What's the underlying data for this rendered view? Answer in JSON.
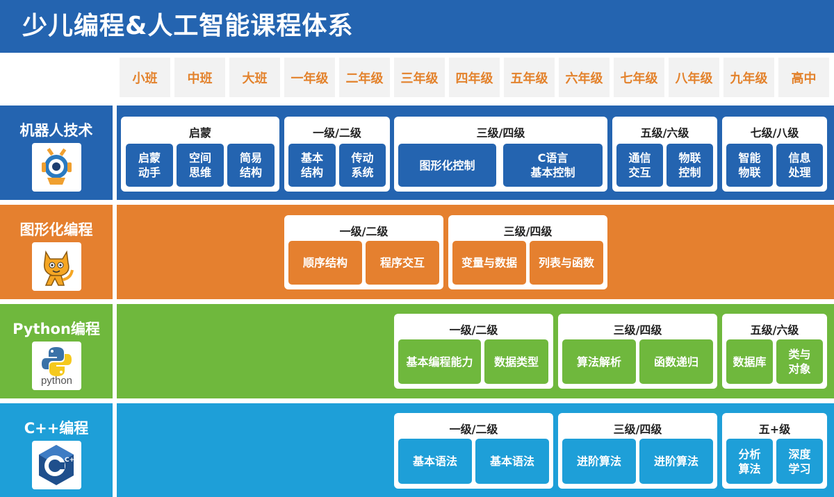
{
  "title": "少儿编程&人工智能课程体系",
  "grades": [
    "小班",
    "中班",
    "大班",
    "一年级",
    "二年级",
    "三年级",
    "四年级",
    "五年级",
    "六年级",
    "七年级",
    "八年级",
    "九年级",
    "高中"
  ],
  "rows": [
    {
      "name": "机器人技术",
      "icon": "robot-icon",
      "color": "#2464b0",
      "groups": [
        {
          "title": "启蒙",
          "cells": [
            "启蒙\n动手",
            "空间\n思维",
            "简易\n结构"
          ]
        },
        {
          "title": "一级/二级",
          "cells": [
            "基本\n结构",
            "传动\n系统"
          ]
        },
        {
          "title": "三级/四级",
          "cells": [
            "图形化控制",
            "C语言\n基本控制"
          ]
        },
        {
          "title": "五级/六级",
          "cells": [
            "通信\n交互",
            "物联\n控制"
          ]
        },
        {
          "title": "七级/八级",
          "cells": [
            "智能\n物联",
            "信息\n处理"
          ]
        }
      ]
    },
    {
      "name": "图形化编程",
      "icon": "scratch-cat-icon",
      "color": "#e5802f",
      "groups": [
        {
          "title": "一级/二级",
          "cells": [
            "顺序结构",
            "程序交互"
          ]
        },
        {
          "title": "三级/四级",
          "cells": [
            "变量与数据",
            "列表与函数"
          ]
        }
      ]
    },
    {
      "name": "Python编程",
      "icon": "python-logo-icon",
      "logo_text": "python",
      "color": "#6fb83d",
      "groups": [
        {
          "title": "一级/二级",
          "cells": [
            "基本编程能力",
            "数据类型"
          ]
        },
        {
          "title": "三级/四级",
          "cells": [
            "算法解析",
            "函数递归"
          ]
        },
        {
          "title": "五级/六级",
          "cells": [
            "数据库",
            "类与\n对象"
          ]
        }
      ]
    },
    {
      "name": "C++编程",
      "icon": "cpp-logo-icon",
      "logo_text": "C++",
      "color": "#1e9fd8",
      "groups": [
        {
          "title": "一级/二级",
          "cells": [
            "基本语法",
            "基本语法"
          ]
        },
        {
          "title": "三级/四级",
          "cells": [
            "进阶算法",
            "进阶算法"
          ]
        },
        {
          "title": "五+级",
          "cells": [
            "分析\n算法",
            "深度\n学习"
          ]
        }
      ]
    }
  ]
}
